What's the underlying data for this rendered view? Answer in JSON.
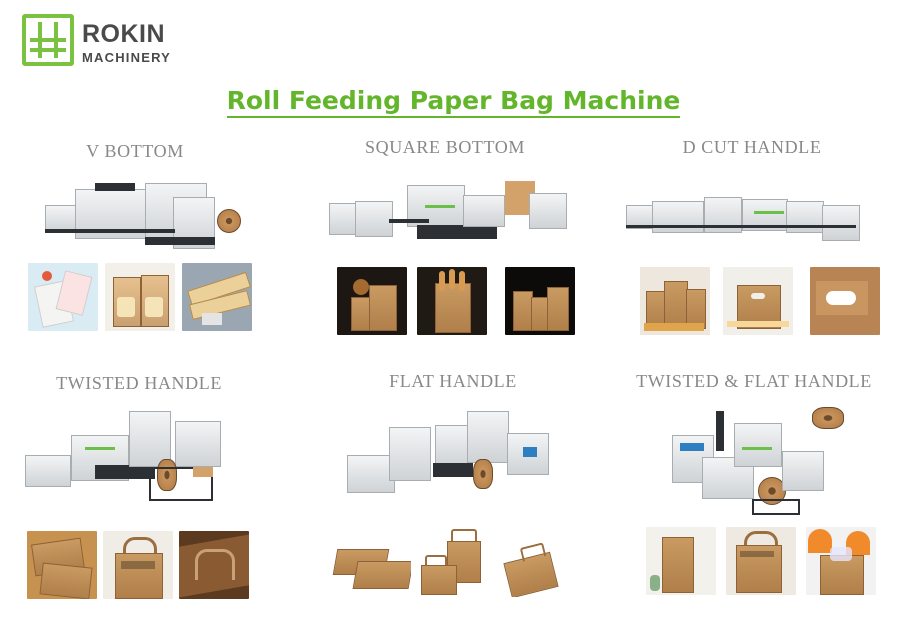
{
  "brand": {
    "name": "ROKIN",
    "sub": "MACHINERY",
    "color": "#7cc242"
  },
  "page_title": "Roll Feeding Paper Bag Machine",
  "sections": [
    {
      "title": "V BOTTOM"
    },
    {
      "title": "SQUARE BOTTOM"
    },
    {
      "title": "D CUT HANDLE"
    },
    {
      "title": "TWISTED HANDLE"
    },
    {
      "title": "FLAT HANDLE"
    },
    {
      "title": "TWISTED & FLAT  HANDLE"
    }
  ],
  "colors": {
    "accent_green": "#63b62b",
    "section_title_gray": "#888888",
    "kraft": "#c99a62"
  }
}
